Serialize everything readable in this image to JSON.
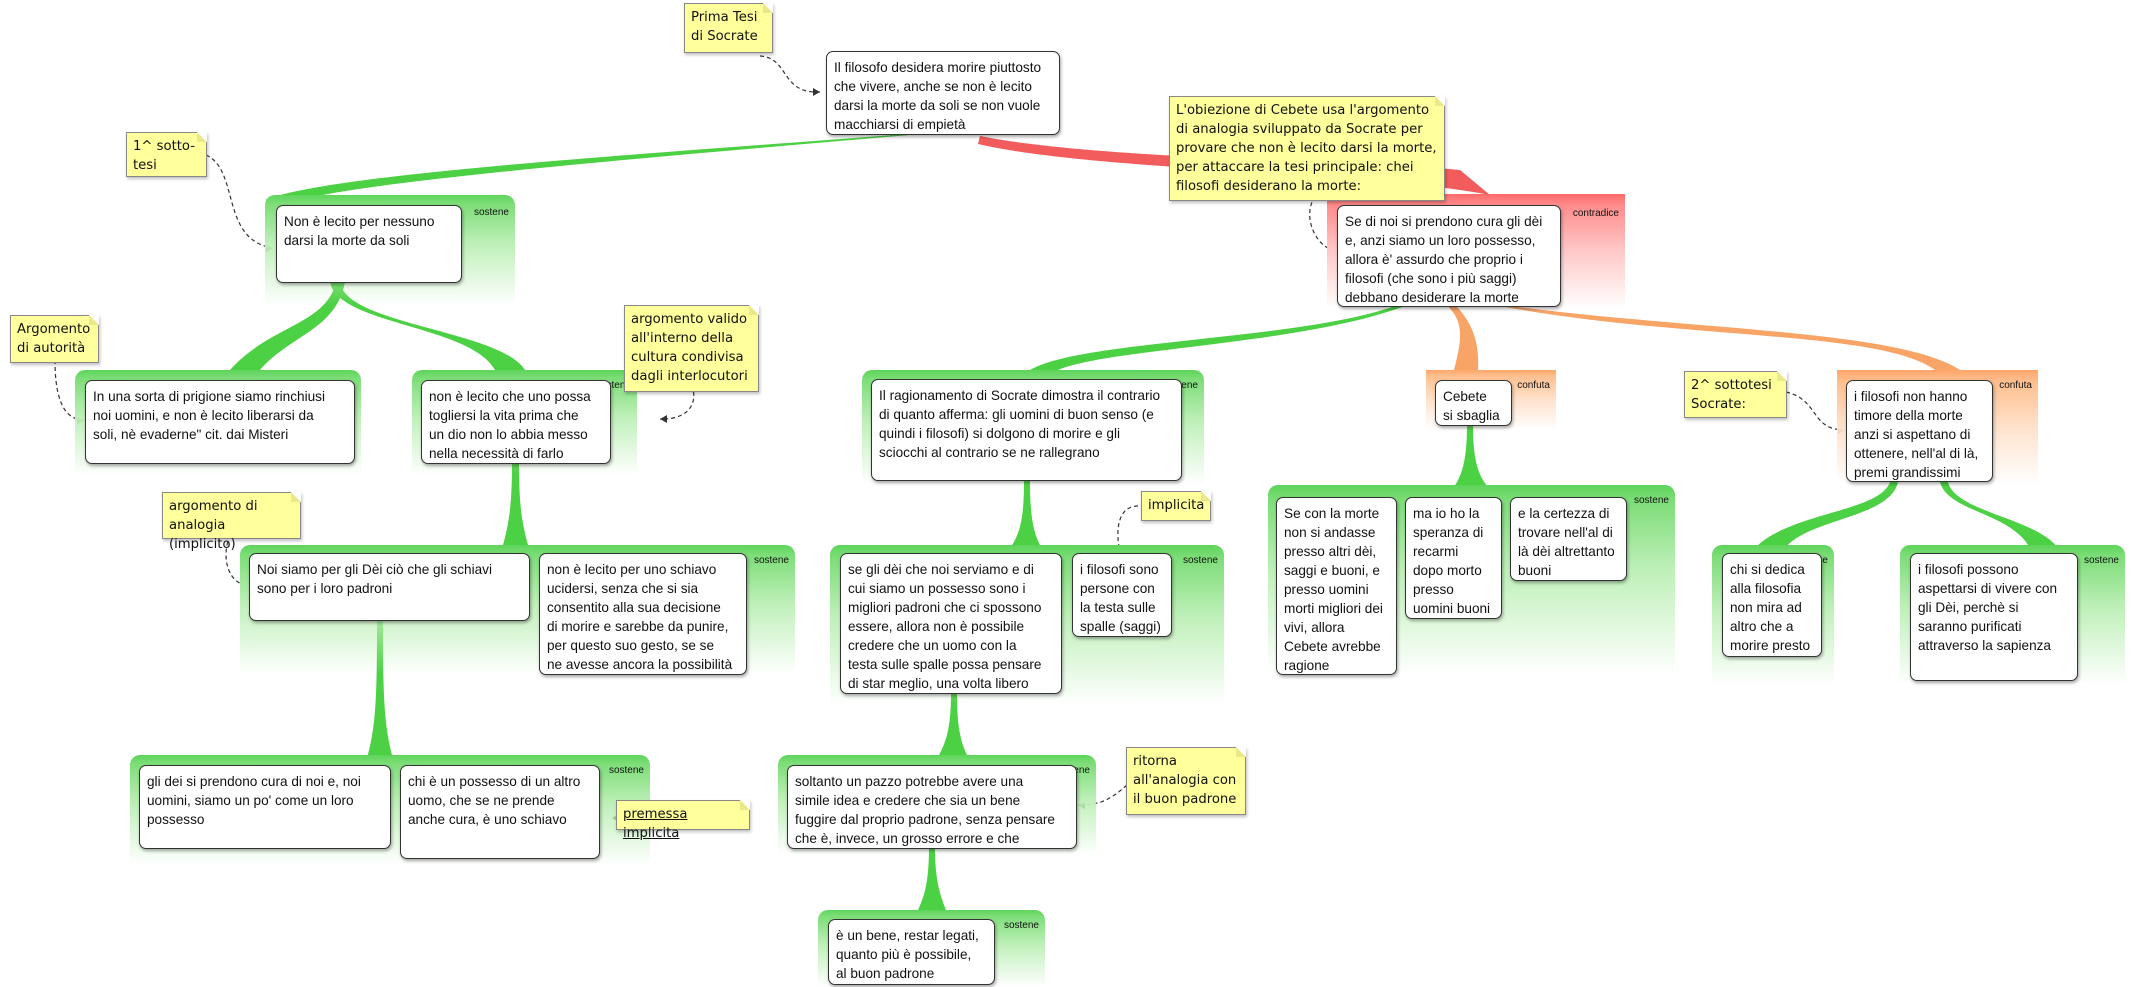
{
  "notes": {
    "prima_tesi": "Prima Tesi\ndi Socrate",
    "sotto_tesi_1": "1^ sotto-\ntesi",
    "obiezione": "L'obiezione di Cebete usa l'argomento\ndi analogia sviluppato da Socrate per\nprovare che non è lecito darsi la morte,\nper attaccare la tesi principale: chei\nfilosofi desiderano la morte:",
    "autorita": "Argomento\ndi autorità",
    "valido": "argomento valido\nall'interno della\ncultura condivisa\ndagli interlocutori",
    "analogia": "argomento di\nanalogia (implicito)",
    "implicita": "implicita",
    "ritorna": "ritorna\nall'analogia con\nil buon padrone",
    "premessa": "premessa implicita",
    "sotto_tesi_2": "2^ sottotesi\nSocrate:"
  },
  "tags": {
    "sostene": "sostene",
    "contradice": "contradice",
    "confuta": "confuta"
  },
  "nodes": {
    "root": "Il filosofo desidera morire piuttosto\nche vivere, anche se non è lecito\ndarsi la morte da soli se non vuole\nmacchiarsi di empietà",
    "n_lecito": "Non è lecito per nessuno\ndarsi la morte da soli",
    "n_prigione": "In una sorta di prigione siamo rinchiusi\nnoi uomini, e non è lecito liberarsi da\nsoli, nè evaderne\" cit. dai Misteri",
    "n_dio": "non è lecito che uno possa\ntogliersi la vita prima che\nun dio non lo abbia messo\nnella necessità di farlo",
    "n_dei_schiavi": "Noi siamo per gli Dèi ciò che gli schiavi\nsono per i loro padroni",
    "n_schiavo": "non è lecito per uno schiavo\nucidersi, senza che si sia\nconsentito alla sua decisione\ndi morire e sarebbe da punire,\nper questo suo gesto, se se\nne avesse ancora la possibilità",
    "n_dei_cura": "gli dei si prendono cura di noi e, noi\nuomini, siamo un po' come un loro\npossesso",
    "n_possesso": "chi è un possesso di un altro\nuomo, che se ne prende\nanche  cura, è uno schiavo",
    "n_cebete": "Se di noi si prendono cura gli dèi\ne, anzi siamo un loro possesso,\nallora è' assurdo che proprio i\nfilosofi (che sono i più saggi)\ndebbano desiderare la morte",
    "n_ragionamento": "Il ragionamento di Socrate dimostra il contrario\ndi quanto afferma: gli uomini di buon senso (e\nquindi i filosofi) si dolgono di morire e gli\nsciocchi al contrario se ne rallegrano",
    "n_serviamo": "se gli dèi che noi serviamo e di\ncui siamo un possesso sono i\nmigliori padroni che ci spossono\nessere,  allora non è possibile\ncredere che un uomo con la\ntesta sulle spalle possa pensare\ndi star meglio, una volta libero",
    "n_filosofi_saggi": "i filosofi sono\npersone con\nla testa sulle\nspalle (saggi)",
    "n_pazzo": "soltanto un pazzo potrebbe avere una\nsimile idea e credere che sia un bene\nfuggire dal proprio padrone, senza pensare\nche è, invece, un grosso errore e che",
    "n_bene": "è un bene, restar legati,\nquanto più è possibile,\nal buon padrone",
    "n_sbaglia": "Cebete\nsi sbaglia",
    "n_se_morte": "Se con la morte\nnon si andasse\npresso altri dèi,\nsaggi e buoni, e\npresso uomini\nmorti migliori dei\nvivi, allora\nCebete avrebbe\nragione",
    "n_speranza": "ma io ho la\nsperanza di\nrecarmi\ndopo morto\npresso\nuomini buoni",
    "n_certezza": "e la certezza di\ntrovare nell'al di\nlà dèi altrettanto\nbuoni",
    "n_timore": "i filosofi non hanno\ntimore della morte\nanzi si aspettano di\nottenere, nell'al di là,\npremi grandissimi",
    "n_dedica": "chi si dedica\nalla filosofia\nnon mira ad\naltro che a\nmorire presto",
    "n_aspettarsi": "i filosofi possono\naspettarsi di vivere con\ngli Dèi, perchè si\nsaranno purificati\nattraverso la sapienza"
  },
  "colors": {
    "support": "#4cd044",
    "contradict": "#f25c5c",
    "confute": "#f7a466",
    "note": "#ffff9c"
  }
}
